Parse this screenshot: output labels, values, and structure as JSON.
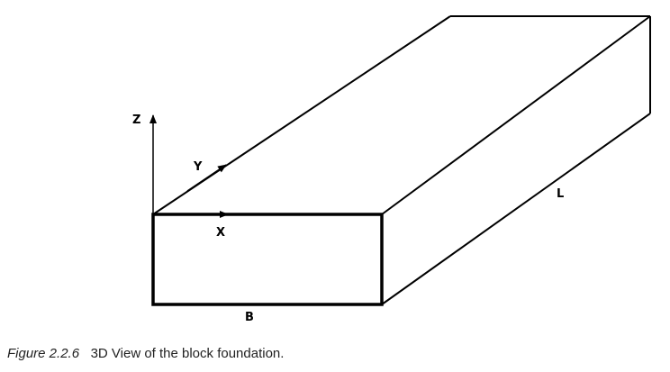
{
  "diagram": {
    "axes": {
      "z_label": "Z",
      "y_label": "Y",
      "x_label": "X"
    },
    "dimensions": {
      "length_label": "L",
      "width_label": "B"
    },
    "colors": {
      "stroke": "#000000",
      "background": "#ffffff"
    }
  },
  "caption": {
    "figure_label": "Figure 2.2.6",
    "text": "3D View of the block foundation."
  }
}
